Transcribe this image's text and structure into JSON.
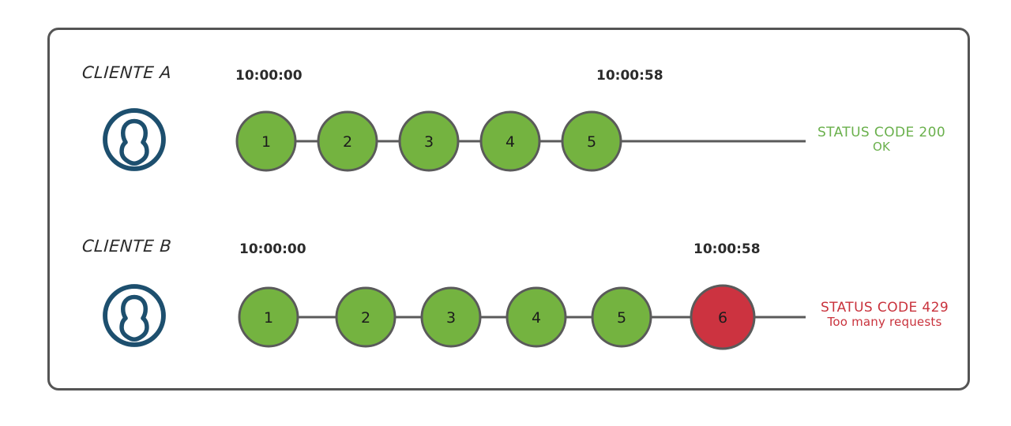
{
  "diagram": {
    "title_hidden": "",
    "frame": {
      "border_color": "#555555"
    },
    "colors": {
      "node_ok_fill": "#74b340",
      "node_err_fill": "#cc3340",
      "node_stroke": "#5a5a5a",
      "connector": "#5a5a5a",
      "avatar": "#1d4f6e",
      "status_ok": "#6ab04c",
      "status_err": "#c9323c",
      "text": "#2b2b2b"
    },
    "rows": [
      {
        "id": "cliente-a",
        "label": "CLIENTE A",
        "avatar_icon": "user-avatar-icon",
        "start_time": "10:00:00",
        "end_time": "10:00:58",
        "nodes": [
          {
            "n": "1",
            "state": "ok"
          },
          {
            "n": "2",
            "state": "ok"
          },
          {
            "n": "3",
            "state": "ok"
          },
          {
            "n": "4",
            "state": "ok"
          },
          {
            "n": "5",
            "state": "ok"
          }
        ],
        "status": {
          "kind": "ok",
          "line1": "STATUS CODE 200",
          "line2": "OK"
        }
      },
      {
        "id": "cliente-b",
        "label": "CLIENTE B",
        "avatar_icon": "user-avatar-icon",
        "start_time": "10:00:00",
        "end_time": "10:00:58",
        "nodes": [
          {
            "n": "1",
            "state": "ok"
          },
          {
            "n": "2",
            "state": "ok"
          },
          {
            "n": "3",
            "state": "ok"
          },
          {
            "n": "4",
            "state": "ok"
          },
          {
            "n": "5",
            "state": "ok"
          },
          {
            "n": "6",
            "state": "err"
          }
        ],
        "status": {
          "kind": "err",
          "line1": "STATUS CODE 429",
          "line2": "Too many requests"
        }
      }
    ]
  }
}
